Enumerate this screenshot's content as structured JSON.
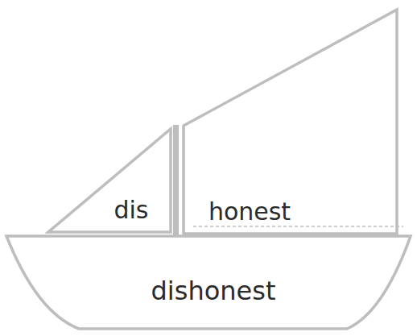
{
  "diagram": {
    "nodes": [
      {
        "text": [
          "dis"
        ]
      },
      {
        "text": [
          "honest"
        ]
      },
      {
        "text": [
          "dishonest"
        ]
      }
    ]
  }
}
